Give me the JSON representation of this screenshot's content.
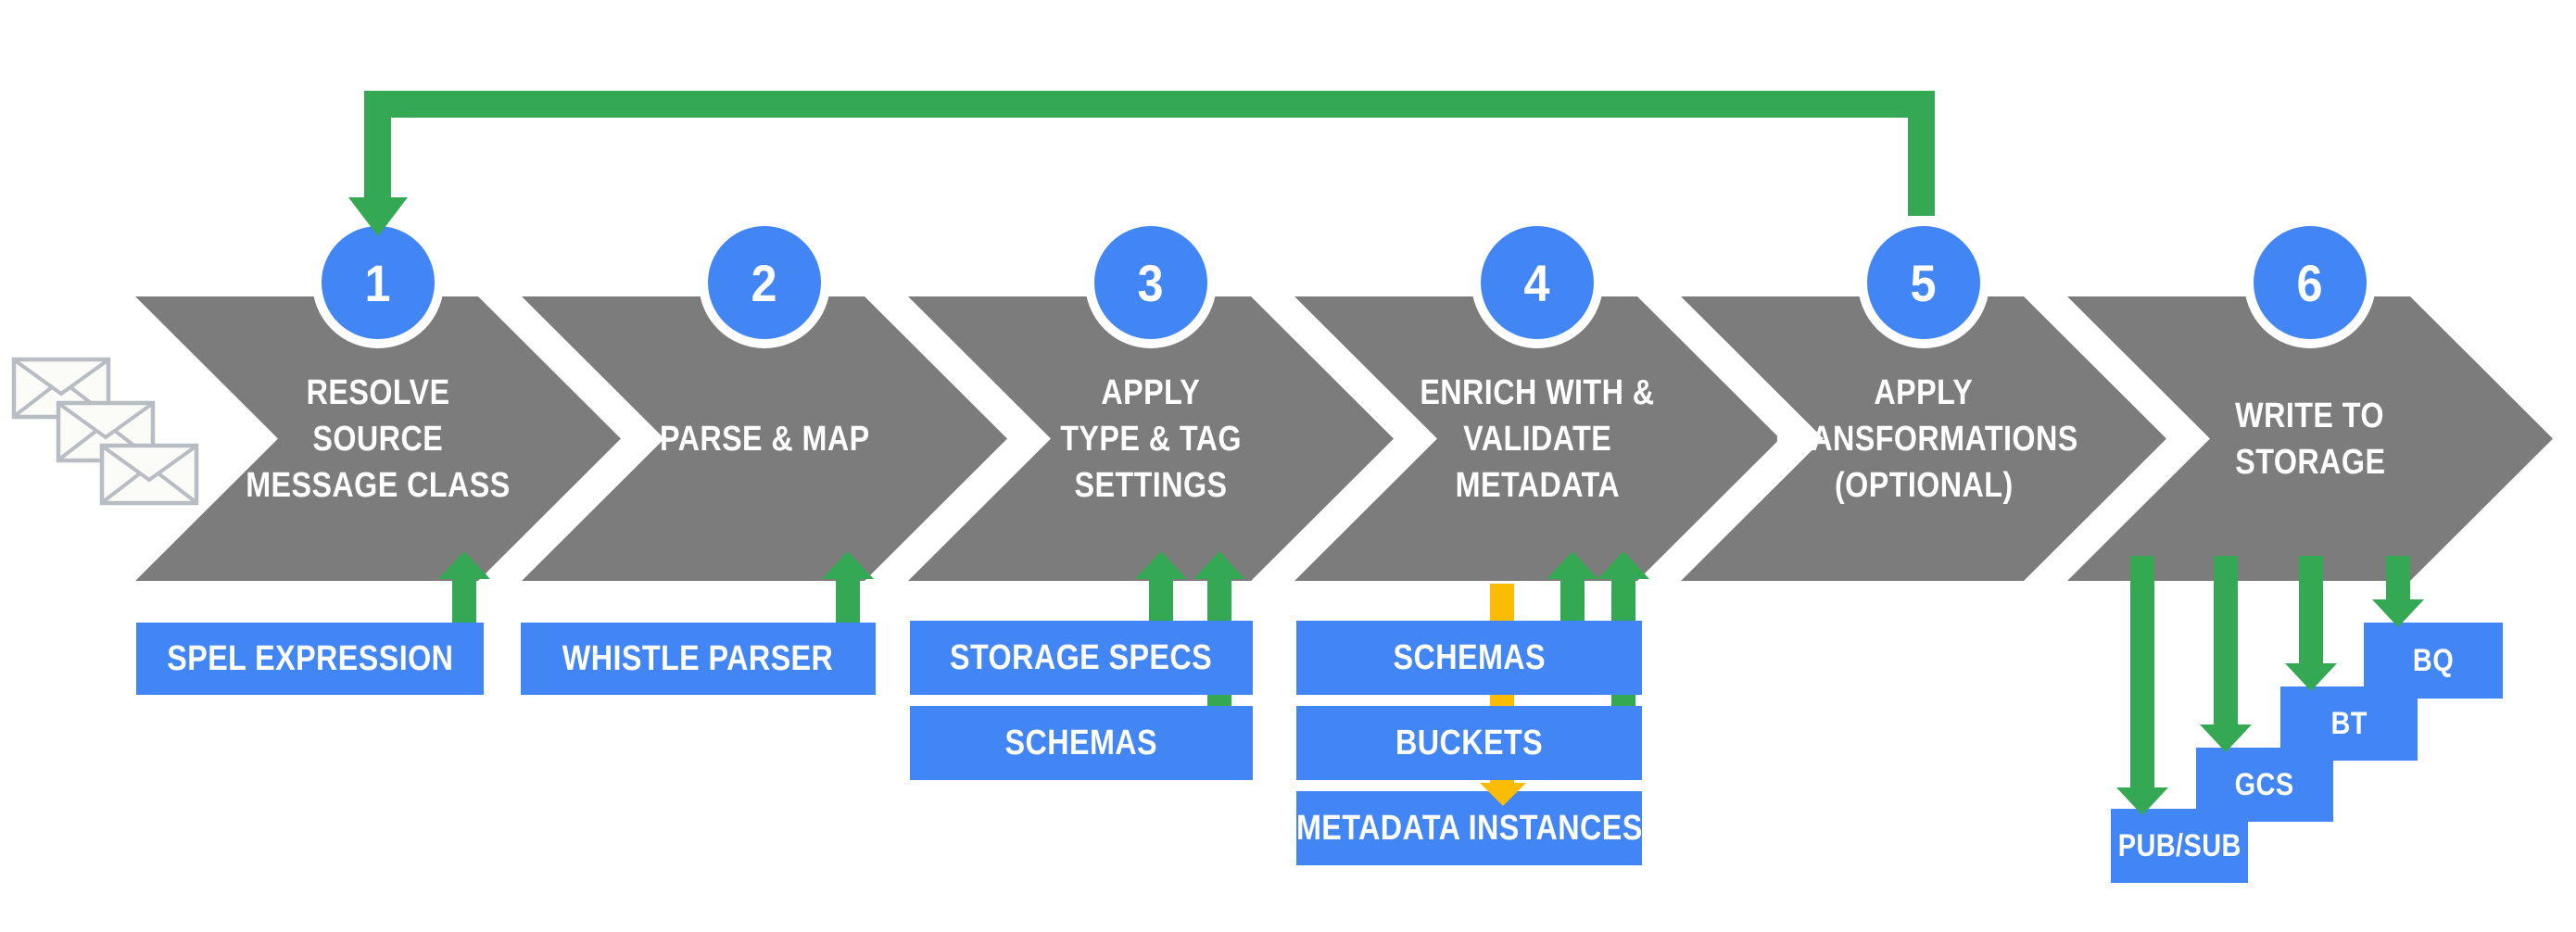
{
  "palette": {
    "chevron_gray": "#7C7C7C",
    "box_blue": "#4285F4",
    "arrow_green": "#34A853",
    "arrow_yellow": "#FBBC04",
    "text_white": "#FFFFFF",
    "envelope_line": "#B8BCC3",
    "envelope_fill": "#FBFBF8"
  },
  "incoming_messages": {
    "icon": "envelopes-icon",
    "count": 3
  },
  "feedback_loop": {
    "from_step": "5",
    "to_step": "1"
  },
  "steps": [
    {
      "num": "1",
      "lines": [
        "RESOLVE",
        "SOURCE",
        "MESSAGE CLASS"
      ],
      "boxes": [
        "SPEL EXPRESSION"
      ]
    },
    {
      "num": "2",
      "lines": [
        "PARSE & MAP"
      ],
      "boxes": [
        "WHISTLE PARSER"
      ]
    },
    {
      "num": "3",
      "lines": [
        "APPLY",
        "TYPE & TAG",
        "SETTINGS"
      ],
      "boxes": [
        "STORAGE SPECS",
        "SCHEMAS"
      ]
    },
    {
      "num": "4",
      "lines": [
        "ENRICH WITH &",
        "VALIDATE",
        "METADATA"
      ],
      "boxes": [
        "SCHEMAS",
        "BUCKETS",
        "METADATA INSTANCES"
      ]
    },
    {
      "num": "5",
      "lines": [
        "APPLY",
        "TRANSFORMATIONS",
        "(OPTIONAL)"
      ],
      "boxes": []
    },
    {
      "num": "6",
      "lines": [
        "WRITE TO",
        "STORAGE"
      ],
      "boxes": [
        "PUB/SUB",
        "GCS",
        "BT",
        "BQ"
      ]
    }
  ]
}
